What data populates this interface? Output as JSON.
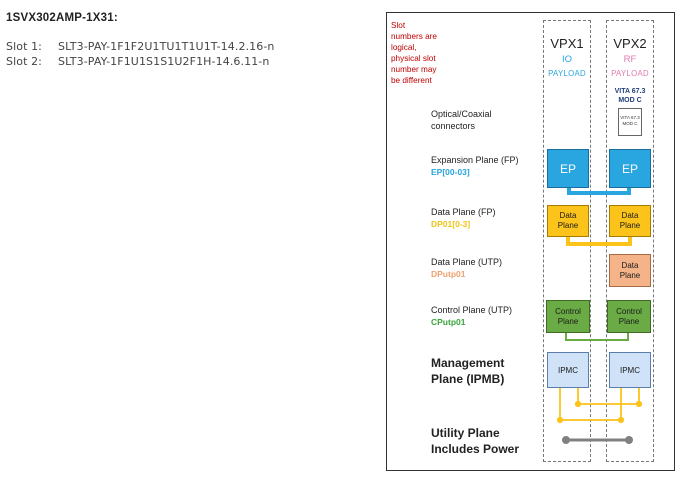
{
  "header": {
    "title": "1SVX302AMP-1X31:",
    "slots": [
      {
        "label": "Slot 1:",
        "value": "SLT3-PAY-1F1F2U1TU1T1U1T-14.2.16-n"
      },
      {
        "label": "Slot 2:",
        "value": "SLT3-PAY-1F1U1S1S1U2F1H-14.6.11-n"
      }
    ]
  },
  "note": {
    "lines": [
      "Slot",
      "numbers are",
      "logical,",
      "physical slot",
      "number may",
      "be different"
    ]
  },
  "columns": [
    {
      "name": "VPX1",
      "type": "IO",
      "sub": "PAYLOAD"
    },
    {
      "name": "VPX2",
      "type": "RF",
      "sub": "PAYLOAD",
      "standard": "VITA 67.3",
      "mod": "MOD C",
      "box_lines": [
        "VITA 67.3",
        "MOD C"
      ]
    }
  ],
  "planes": {
    "optical": {
      "l1": "Optical/Coaxial",
      "l2": "connectors"
    },
    "expansion": {
      "name": "Expansion Plane (FP)",
      "code": "EP[00-03]"
    },
    "data_fp": {
      "name": "Data Plane (FP)",
      "code": "DP01[0-3]"
    },
    "data_utp": {
      "name": "Data Plane (UTP)",
      "code": "DPutp01"
    },
    "control": {
      "name": "Control Plane (UTP)",
      "code": "CPutp01"
    },
    "management": {
      "l1": "Management",
      "l2": "Plane (IPMB)"
    },
    "utility": {
      "l1": "Utility Plane",
      "l2": "Includes Power"
    }
  },
  "blocks": {
    "ep": "EP",
    "data_l1": "Data",
    "data_l2": "Plane",
    "control_l1": "Control",
    "control_l2": "Plane",
    "ipmc": "IPMC"
  },
  "colors": {
    "note": "#c00000",
    "io": "#29a6df",
    "rf": "#e07ab0",
    "ep_code": "#29a6df",
    "dp_code": "#f0c419",
    "dputp_code": "#f0a070",
    "cp_code": "#3aa53a",
    "ep_link": "#29a6df",
    "dp_link": "#fcc31a",
    "cp_link": "#6aab46",
    "ipmb_link": "#fcc31a",
    "power_link": "#808080"
  }
}
